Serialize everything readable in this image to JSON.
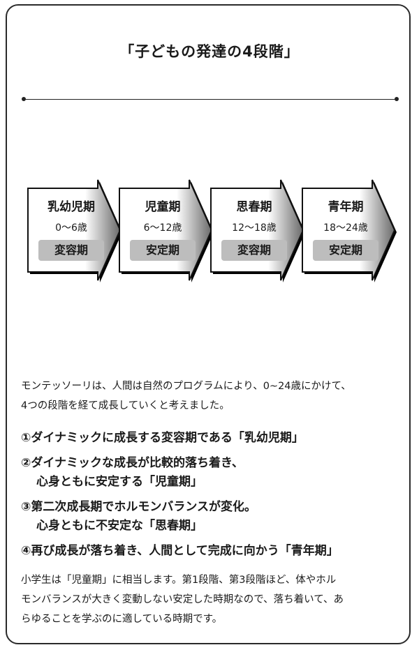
{
  "title": "「子どもの発達の4段階」",
  "stages": [
    {
      "name": "乳幼児期",
      "age": "0〜6歳",
      "type": "変容期"
    },
    {
      "name": "児童期",
      "age": "6〜12歳",
      "type": "安定期"
    },
    {
      "name": "思春期",
      "age": "12〜18歳",
      "type": "変容期"
    },
    {
      "name": "青年期",
      "age": "18〜24歳",
      "type": "安定期"
    }
  ],
  "intro": {
    "line1": "モンテッソーリは、人間は自然のプログラムにより、0~24歳にかけて、",
    "line2": "4つの段階を経て成長していくと考えました。"
  },
  "list": [
    {
      "line1": "①ダイナミックに成長する変容期である「乳幼児期」",
      "line2": ""
    },
    {
      "line1": "②ダイナミックな成長が比較的落ち着き、",
      "line2": "心身ともに安定する「児童期」"
    },
    {
      "line1": "③第二次成長期でホルモンバランスが変化。",
      "line2": "心身ともに不安定な「思春期」"
    },
    {
      "line1": "④再び成長が落ち着き、人間として完成に向かう「青年期」",
      "line2": ""
    }
  ],
  "closing": {
    "line1": "小学生は「児童期」に相当します。第1段階、第3段階ほど、体やホル",
    "line2": "モンバランスが大きく変動しない安定した時期なので、落ち着いて、あ",
    "line3": "らゆることを学ぶのに適している時期です。"
  }
}
